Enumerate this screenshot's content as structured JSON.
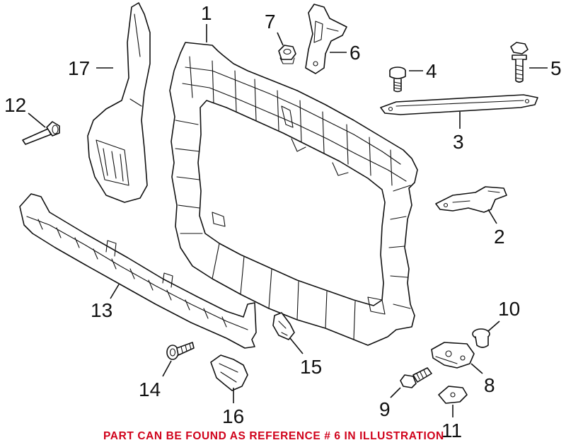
{
  "callouts": [
    {
      "id": "1",
      "label": "1"
    },
    {
      "id": "2",
      "label": "2"
    },
    {
      "id": "3",
      "label": "3"
    },
    {
      "id": "4",
      "label": "4"
    },
    {
      "id": "5",
      "label": "5"
    },
    {
      "id": "6",
      "label": "6"
    },
    {
      "id": "7",
      "label": "7"
    },
    {
      "id": "8",
      "label": "8"
    },
    {
      "id": "9",
      "label": "9"
    },
    {
      "id": "10",
      "label": "10"
    },
    {
      "id": "11",
      "label": "11"
    },
    {
      "id": "12",
      "label": "12"
    },
    {
      "id": "13",
      "label": "13"
    },
    {
      "id": "14",
      "label": "14"
    },
    {
      "id": "15",
      "label": "15"
    },
    {
      "id": "16",
      "label": "16"
    },
    {
      "id": "17",
      "label": "17"
    }
  ],
  "footer_note": "PART CAN BE FOUND AS REFERENCE # 6 IN ILLUSTRATION",
  "colors": {
    "line": "#111111",
    "footer": "#d0021b",
    "background": "#ffffff"
  }
}
